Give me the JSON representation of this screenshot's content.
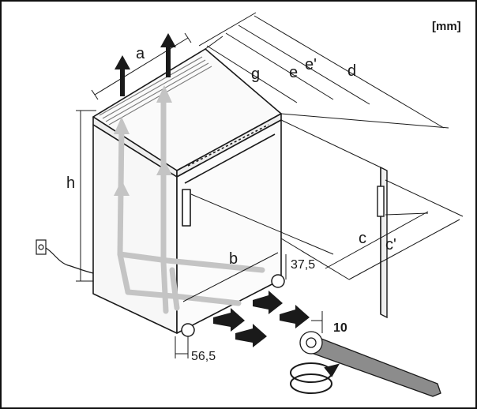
{
  "diagram": {
    "unit_label": "[mm]",
    "dimension_labels": {
      "a": "a",
      "g": "g",
      "e": "e",
      "e_prime": "e'",
      "d": "d",
      "h": "h",
      "b": "b",
      "c": "c",
      "c_prime": "c'",
      "depth_375": "37,5",
      "offset_565": "56,5",
      "callout": "10"
    },
    "colors": {
      "line": "#1a1a1a",
      "airflow_arrow": "#bdbdbd",
      "cabinet_face": "#f4f4f4"
    },
    "icons": [
      "power-socket-icon",
      "airflow-arrow-icon",
      "wrench-icon",
      "rotation-arrow-icon"
    ]
  }
}
